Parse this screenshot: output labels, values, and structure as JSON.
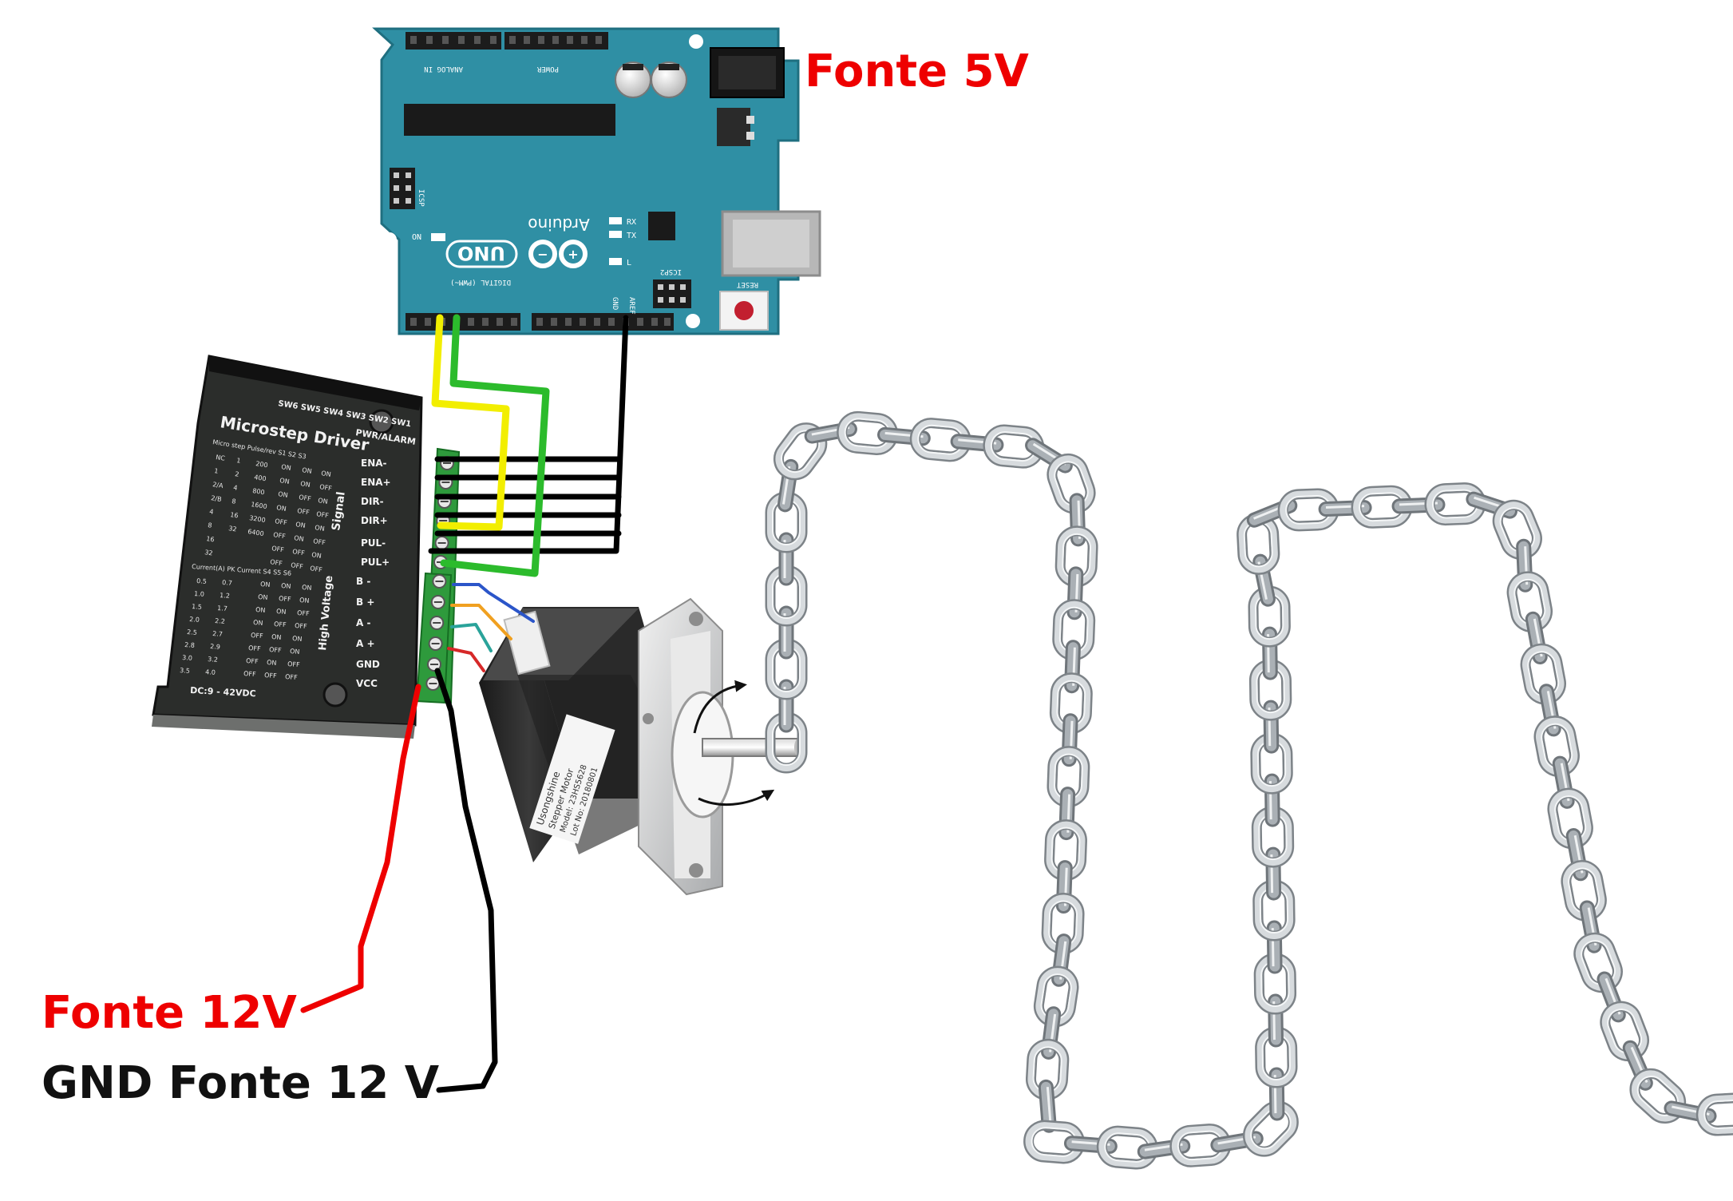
{
  "labels": {
    "fonte_5v": "Fonte 5V",
    "fonte_12v": "Fonte 12V",
    "gnd_fonte_12v": "GND Fonte 12 V"
  },
  "arduino": {
    "brand": "Arduino",
    "model": "UNO",
    "analog_in": "ANALOG IN",
    "power": "POWER",
    "digital": "DIGITAL (PWM~)",
    "icsp": "ICSP",
    "icsp2": "ICSP2",
    "reset": "RESET",
    "on": "ON",
    "tx": "TX",
    "rx": "RX",
    "l": "L",
    "aref": "AREF",
    "gnd": "GND"
  },
  "driver": {
    "title": "Microstep Driver",
    "microstep_header": "Micro step  Pulse/rev   S1   S2   S3",
    "current_header": "Current(A)  PK Current   S4   S5   S6",
    "switches": "SW6 SW5 SW4 SW3 SW2 SW1",
    "pwr_alarm": "PWR/ALARM",
    "signal": "Signal",
    "high_voltage": "High Voltage",
    "dc": "DC:9 - 42VDC",
    "terminals": [
      "ENA-",
      "ENA+",
      "DIR-",
      "DIR+",
      "PUL-",
      "PUL+",
      "B -",
      "B +",
      "A -",
      "A +",
      "GND",
      "VCC"
    ],
    "microstep_rows": [
      [
        "NC",
        "1",
        "200",
        "ON",
        "ON",
        "ON"
      ],
      [
        "1",
        "2",
        "400",
        "ON",
        "ON",
        "OFF"
      ],
      [
        "2/A",
        "4",
        "800",
        "ON",
        "OFF",
        "ON"
      ],
      [
        "2/B",
        "8",
        "1600",
        "ON",
        "OFF",
        "OFF"
      ],
      [
        "4",
        "16",
        "3200",
        "OFF",
        "ON",
        "ON"
      ],
      [
        "8",
        "32",
        "6400",
        "OFF",
        "ON",
        "OFF"
      ],
      [
        "16",
        "",
        "",
        "OFF",
        "OFF",
        "ON"
      ],
      [
        "32",
        "",
        "",
        "OFF",
        "OFF",
        "OFF"
      ]
    ],
    "current_rows": [
      [
        "0.5",
        "0.7",
        "ON",
        "ON",
        "ON"
      ],
      [
        "1.0",
        "1.2",
        "ON",
        "OFF",
        "ON"
      ],
      [
        "1.5",
        "1.7",
        "ON",
        "ON",
        "OFF"
      ],
      [
        "2.0",
        "2.2",
        "ON",
        "OFF",
        "OFF"
      ],
      [
        "2.5",
        "2.7",
        "OFF",
        "ON",
        "ON"
      ],
      [
        "2.8",
        "2.9",
        "OFF",
        "OFF",
        "ON"
      ],
      [
        "3.0",
        "3.2",
        "OFF",
        "ON",
        "OFF"
      ],
      [
        "3.5",
        "4.0",
        "OFF",
        "OFF",
        "OFF"
      ]
    ]
  },
  "motor": {
    "label_lines": [
      "Usongshine",
      "Stepper Motor",
      "Model: 23HS5628",
      "Lot No: 20180801"
    ]
  },
  "colors": {
    "arduino_board": "#2f8fa4",
    "label_red": "#ee0000",
    "label_black": "#111111",
    "wire_yellow": "#f2ee00",
    "wire_green": "#2cbb2c",
    "wire_black": "#000000",
    "wire_red": "#ee0000",
    "driver_body": "#2b2d2b",
    "terminal_green": "#2e9a3c",
    "chain_steel": "#b9bec3"
  }
}
